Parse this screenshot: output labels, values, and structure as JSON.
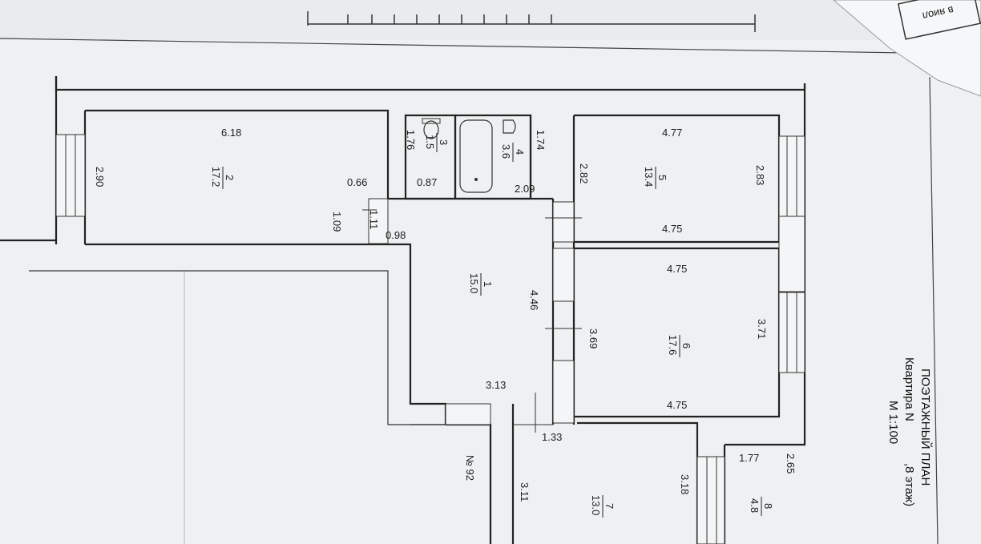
{
  "plan": {
    "title_line1": "ПОЭТАЖНЫЙ ПЛАН",
    "title_line2": "Квартира N",
    "title_line2_tail": ",8 этаж)",
    "title_line3": "М 1:100",
    "corner_stamp": "в яиол",
    "apartment_marker": "№ 92",
    "colors": {
      "paper": "#eef0f2",
      "background": "#cfd3d8",
      "ink": "#222222"
    }
  },
  "rooms": [
    {
      "number": "1",
      "area": "15.0"
    },
    {
      "number": "2",
      "area": "17.2"
    },
    {
      "number": "3",
      "area": "1.5"
    },
    {
      "number": "4",
      "area": "3.6"
    },
    {
      "number": "5",
      "area": "13.4"
    },
    {
      "number": "6",
      "area": "17.6"
    },
    {
      "number": "7",
      "area": "13.0"
    },
    {
      "number": "8",
      "area": "4.8"
    }
  ],
  "dimensions": {
    "d_6_18": "6.18",
    "d_2_90": "2.90",
    "d_0_66": "0.66",
    "d_1_09": "1.09",
    "d_1_11": "1.11",
    "d_0_98": "0.98",
    "d_1_76": "1.76",
    "d_0_87": "0.87",
    "d_1_74": "1.74",
    "d_2_09": "2.09",
    "d_2_82": "2.82",
    "d_4_77": "4.77",
    "d_2_83": "2.83",
    "d_4_75_a": "4.75",
    "d_4_75_b": "4.75",
    "d_4_46": "4.46",
    "d_3_69": "3.69",
    "d_3_71": "3.71",
    "d_4_75_c": "4.75",
    "d_3_13": "3.13",
    "d_1_33": "1.33",
    "d_3_11": "3.11",
    "d_3_18": "3.18",
    "d_1_77": "1.77",
    "d_2_65": "2.65"
  }
}
